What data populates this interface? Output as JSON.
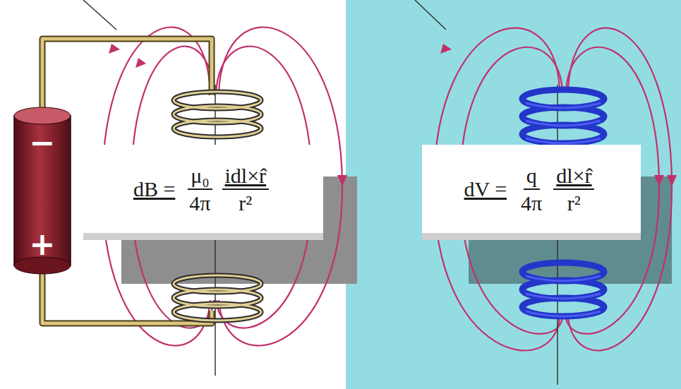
{
  "diagram": {
    "nodes": [
      {
        "text": [
          "−",
          "+"
        ]
      },
      {
        "text": [
          "dB =",
          "μ₀",
          "4π",
          "idl×r̂",
          "r²"
        ]
      },
      {
        "text": [
          "dV =",
          "q",
          "4π",
          "dl×r̂",
          "r²"
        ]
      }
    ]
  }
}
